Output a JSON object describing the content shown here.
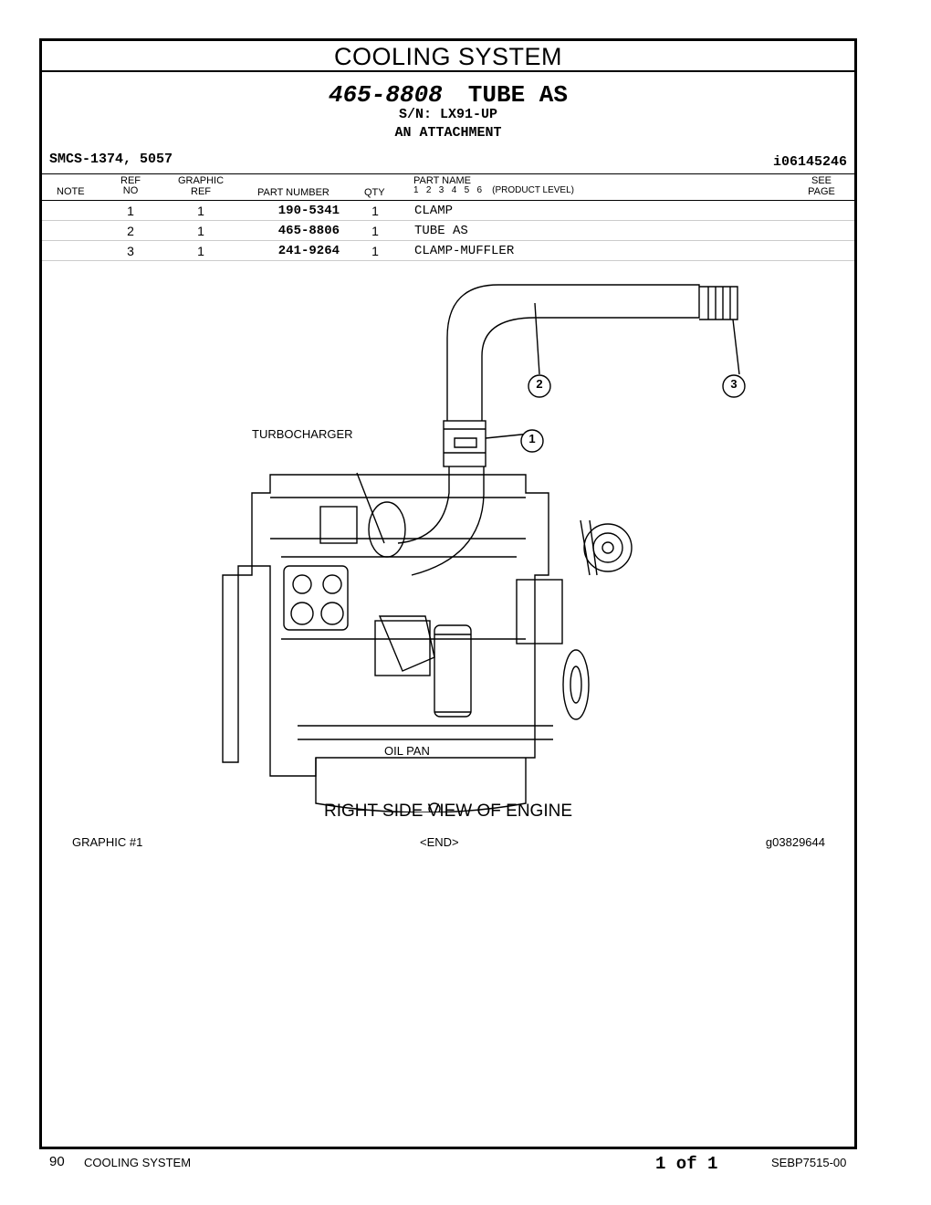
{
  "header": {
    "section_title": "COOLING SYSTEM",
    "part_number": "465-8808",
    "part_name": "TUBE AS",
    "serial": "S/N: LX91-UP",
    "attachment": "AN ATTACHMENT",
    "smcs": "SMCS-1374, 5057",
    "illustration_id": "i06145246"
  },
  "columns": {
    "note": "NOTE",
    "ref_a": "REF",
    "ref_b": "NO",
    "graphic_a": "GRAPHIC",
    "graphic_b": "REF",
    "part_number": "PART NUMBER",
    "qty": "QTY",
    "part_name_a": "PART NAME",
    "part_name_b": "1   2   3   4   5   6    (PRODUCT LEVEL)",
    "see_a": "SEE",
    "see_b": "PAGE"
  },
  "rows": [
    {
      "ref": "1",
      "graphic_ref": "1",
      "part_number": "190-5341",
      "qty": "1",
      "name": "CLAMP"
    },
    {
      "ref": "2",
      "graphic_ref": "1",
      "part_number": "465-8806",
      "qty": "1",
      "name": "TUBE AS"
    },
    {
      "ref": "3",
      "graphic_ref": "1",
      "part_number": "241-9264",
      "qty": "1",
      "name": "CLAMP-MUFFLER"
    }
  ],
  "graphic": {
    "callouts": [
      "1",
      "2",
      "3"
    ],
    "label_turbo": "TURBOCHARGER",
    "label_oilpan": "OIL PAN",
    "caption": "RIGHT SIDE VIEW OF ENGINE",
    "graphic_no": "GRAPHIC #1",
    "end": "<END>",
    "graphic_id": "g03829644"
  },
  "footer": {
    "page_number": "90",
    "section": "COOLING SYSTEM",
    "page_of": "1 of 1",
    "doc_id": "SEBP7515-00"
  }
}
